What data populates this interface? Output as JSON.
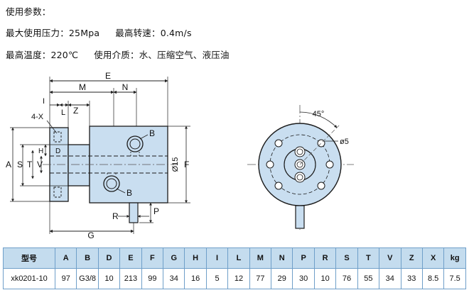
{
  "params": {
    "heading": "使用参数：",
    "max_pressure": "最大使用压力：25Mpa",
    "max_speed": "最高转速：0.4m/s",
    "max_temp": "最高温度：220℃",
    "media": "使用介质：水、压缩空气、液压油"
  },
  "drawing": {
    "side_labels": {
      "E": "E",
      "M": "M",
      "N": "N",
      "I": "I",
      "L": "L",
      "Z": "Z",
      "X": "4-X",
      "H": "H",
      "D": "D",
      "A": "A",
      "S": "S",
      "T": "T",
      "V": "V",
      "B_top": "B",
      "B_bottom": "B",
      "d15": "Ø15",
      "F": "F",
      "R": "R",
      "P": "P",
      "G": "G"
    },
    "front_labels": {
      "angle": "45°",
      "hole": "ø5"
    },
    "colors": {
      "body": "#c9def0",
      "line": "#1a1a1a",
      "dim": "#222222"
    }
  },
  "spec_table": {
    "headers": [
      "型号",
      "A",
      "B",
      "D",
      "E",
      "F",
      "G",
      "H",
      "I",
      "L",
      "M",
      "N",
      "P",
      "R",
      "S",
      "T",
      "V",
      "Z",
      "X",
      "kg"
    ],
    "rows": [
      [
        "xk0201-10",
        "97",
        "G3/8",
        "10",
        "213",
        "99",
        "34",
        "16",
        "5",
        "12",
        "77",
        "29",
        "30",
        "10",
        "76",
        "55",
        "34",
        "33",
        "8.5",
        "7.5"
      ]
    ],
    "header_bg": "#c4dcee",
    "border_color": "#6f9fc9"
  }
}
